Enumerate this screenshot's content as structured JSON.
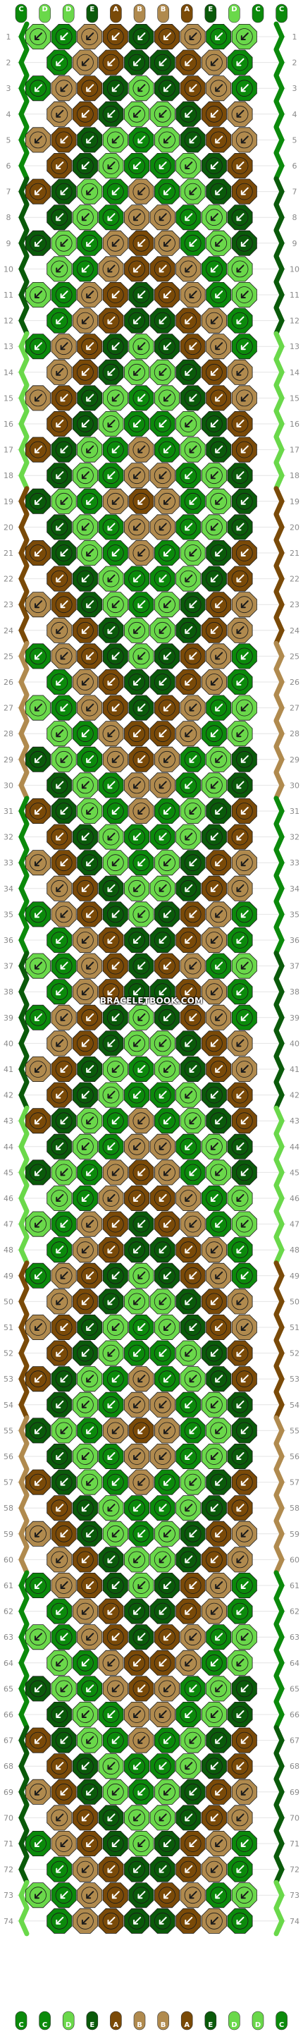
{
  "site": {
    "watermark": "BRACELETBOOK.COM"
  },
  "colors": {
    "A": "#7a4a08",
    "B": "#b08a4e",
    "C": "#0b8a0b",
    "D": "#6ad84a",
    "E": "#0a5a0a",
    "line": "#9e9e9e",
    "row_number": "#8a8a8a",
    "background": "#ffffff"
  },
  "pattern": {
    "rows": 74,
    "knots_per_row": "9 / 8 alternating",
    "threads_top": [
      "C",
      "D",
      "D",
      "E",
      "A",
      "B",
      "B",
      "A",
      "E",
      "D",
      "C",
      "C"
    ],
    "threads_bottom": [
      "C",
      "C",
      "D",
      "E",
      "A",
      "B",
      "B",
      "A",
      "E",
      "D",
      "D",
      "C"
    ],
    "row_numbers_left": [
      1,
      2,
      3,
      4,
      5,
      6,
      7,
      8,
      9,
      10,
      11,
      12,
      13,
      14,
      15,
      16,
      17,
      18,
      19,
      20,
      21,
      22,
      23,
      24,
      25,
      26,
      27,
      28,
      29,
      30,
      31,
      32,
      33,
      34,
      35,
      36,
      37,
      38,
      39,
      40,
      41,
      42,
      43,
      44,
      45,
      46,
      47,
      48,
      49,
      50,
      51,
      52,
      53,
      54,
      55,
      56,
      57,
      58,
      59,
      60,
      61,
      62,
      63,
      64,
      65,
      66,
      67,
      68,
      69,
      70,
      71,
      72,
      73,
      74
    ],
    "row_numbers_right": [
      1,
      2,
      3,
      4,
      5,
      6,
      7,
      8,
      9,
      10,
      11,
      12,
      13,
      14,
      15,
      16,
      17,
      18,
      19,
      20,
      21,
      22,
      23,
      24,
      25,
      26,
      27,
      28,
      29,
      30,
      31,
      32,
      33,
      34,
      35,
      36,
      37,
      38,
      39,
      40,
      41,
      42,
      43,
      44,
      45,
      46,
      47,
      48,
      49,
      50,
      51,
      52,
      53,
      54,
      55,
      56,
      57,
      58,
      59,
      60,
      61,
      62,
      63,
      64,
      65,
      66,
      67,
      68,
      69,
      70,
      71,
      72,
      73,
      74
    ],
    "knot_arrow": "down-left-arrow"
  }
}
